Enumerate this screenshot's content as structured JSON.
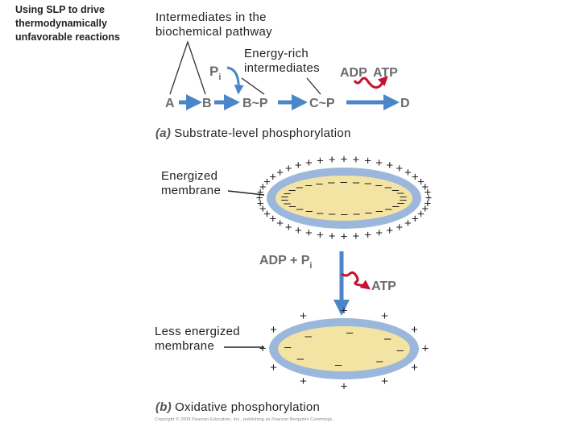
{
  "side_title": "Using SLP to drive thermodynamically unfavorable reactions",
  "panel_a": {
    "heading_line1": "Intermediates in the",
    "heading_line2": "biochemical pathway",
    "energy_rich_line1": "Energy-rich",
    "energy_rich_line2": "intermediates",
    "pi": "P",
    "pi_sub": "i",
    "adp": "ADP",
    "atp": "ATP",
    "a": "A",
    "b": "B",
    "b_tilde": "B",
    "tilde": "~",
    "p": "P",
    "c_tilde": "C",
    "d": "D",
    "caption_tag": "(a)",
    "caption": "Substrate-level phosphorylation"
  },
  "panel_b": {
    "energized_line1": "Energized",
    "energized_line2": "membrane",
    "adp_pi": "ADP + P",
    "pi_sub": "i",
    "atp": "ATP",
    "less_energized_line1": "Less energized",
    "less_energized_line2": "membrane",
    "caption_tag": "(b)",
    "caption": "Oxidative phosphorylation"
  },
  "copyright": "Copyright © 2009 Pearson Education, Inc., publishing as Pearson Benjamin Cummings.",
  "colors": {
    "arrow_blue": "#4a86c8",
    "squiggle_red": "#c8102e",
    "membrane_blue": "#9bb8dc",
    "cell_fill": "#f3e4a3",
    "text_gray": "#6b6b6b"
  }
}
